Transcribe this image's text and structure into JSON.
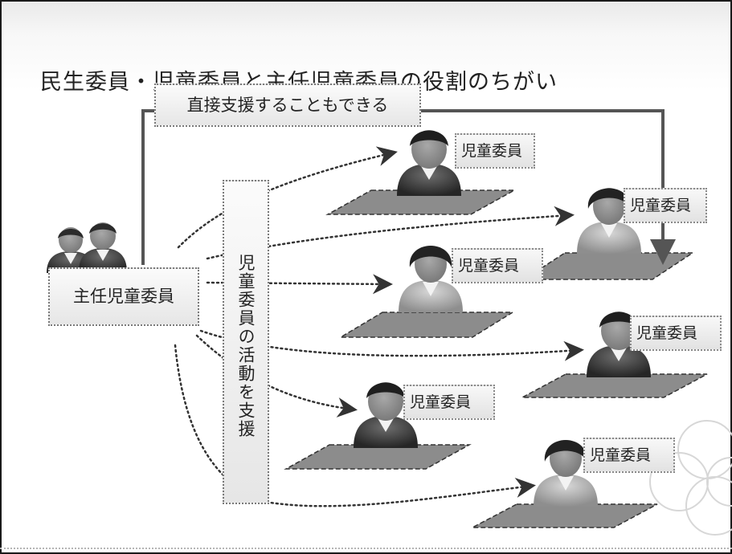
{
  "title": "民生委員・児童委員と主任児童委員の役割のちがい",
  "direct_support_label": "直接支援することもできる",
  "leader_label": "主任児童委員",
  "support_label": "児童委員の活動を支援",
  "commissioners": [
    {
      "label": "児童委員",
      "style": "dark"
    },
    {
      "label": "児童委員",
      "style": "light-female"
    },
    {
      "label": "児童委員",
      "style": "light-female"
    },
    {
      "label": "児童委員",
      "style": "dark"
    },
    {
      "label": "児童委員",
      "style": "dark"
    },
    {
      "label": "児童委員",
      "style": "light-female"
    }
  ]
}
